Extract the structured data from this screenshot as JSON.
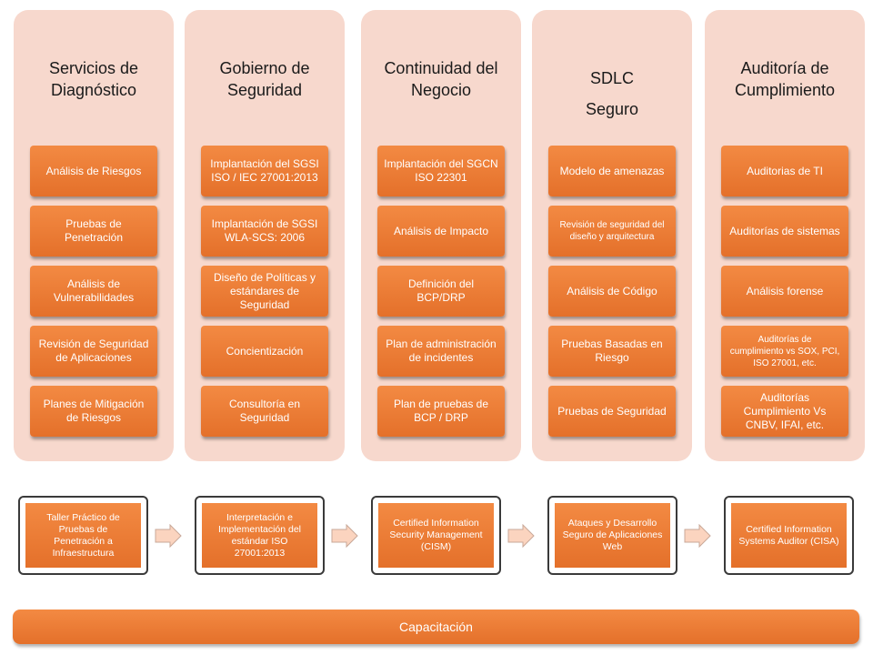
{
  "columns": [
    {
      "title": "Servicios de\nDiagnóstico",
      "items": [
        "Análisis de Riesgos",
        "Pruebas de\nPenetración",
        "Análisis de\nVulnerabilidades",
        "Revisión de Seguridad\nde Aplicaciones",
        "Planes de Mitigación\nde Riesgos"
      ]
    },
    {
      "title": "Gobierno de\nSeguridad",
      "items": [
        "Implantación del SGSI\nISO / IEC 27001:2013",
        "Implantación de SGSI\nWLA-SCS:  2006",
        "Diseño de Políticas y\nestándares de\nSeguridad",
        "Concientización",
        "Consultoría en\nSeguridad"
      ]
    },
    {
      "title": "Continuidad del\nNegocio",
      "items": [
        "Implantación del SGCN\nISO 22301",
        "Análisis de Impacto",
        "Definición del\nBCP/DRP",
        "Plan de administración\nde incidentes",
        "Plan de pruebas de\nBCP / DRP"
      ]
    },
    {
      "title": "SDLC\nSeguro",
      "items": [
        "Modelo de amenazas",
        "Revisión de seguridad del\ndiseño y arquitectura",
        "Análisis de Código",
        "Pruebas Basadas en\nRiesgo",
        "Pruebas de Seguridad"
      ]
    },
    {
      "title": "Auditoría de\nCumplimiento",
      "items": [
        "Auditorias de TI",
        "Auditorías de sistemas",
        "Análisis forense",
        "Auditorías de\ncumplimiento vs SOX, PCI,\nISO 27001, etc.",
        "Auditorías\nCumplimiento  Vs\nCNBV, IFAI, etc."
      ]
    }
  ],
  "training": [
    "Taller Práctico de\nPruebas de\nPenetración a\nInfraestructura",
    "Interpretación e\nImplementación del\nestándar ISO\n27001:2013",
    "Certified Information\nSecurity Management\n(CISM)",
    "Ataques y Desarrollo\nSeguro de Aplicaciones\nWeb",
    "Certified Information\nSystems Auditor (CISA)"
  ],
  "band": "Capacitación",
  "colors": {
    "column_bg": "#f7d8cd",
    "item_orange": "#ec7a35",
    "arrow_fill": "#fbd4bf"
  }
}
